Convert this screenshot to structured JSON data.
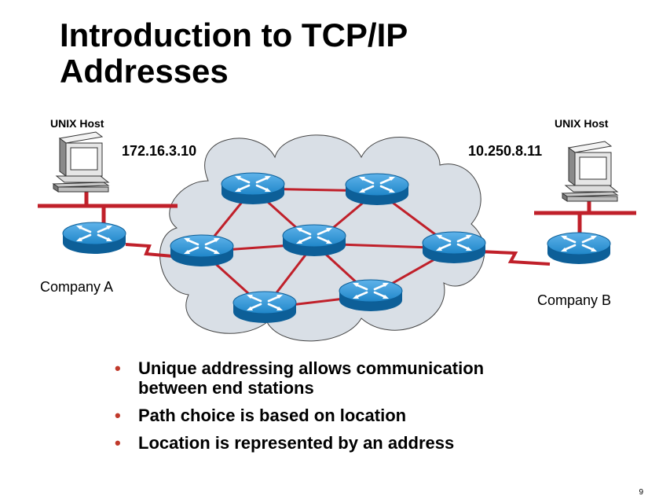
{
  "slide": {
    "title_line1": "Introduction to TCP/IP",
    "title_line2": "Addresses",
    "page_number": "9"
  },
  "diagram": {
    "host_a_label": "UNIX Host",
    "host_b_label": "UNIX Host",
    "host_a_ip": "172.16.3.10",
    "host_b_ip": "10.250.8.11",
    "company_a": "Company A",
    "company_b": "Company B",
    "link_color": "#c0202a",
    "router_color": "#1b7fc4",
    "cloud_color": "#d9dfe6"
  },
  "bullets": [
    {
      "line1": "Unique addressing allows communication",
      "line2": "between end stations"
    },
    {
      "line1": "Path choice is based on location"
    },
    {
      "line1": "Location is represented by an address"
    }
  ]
}
